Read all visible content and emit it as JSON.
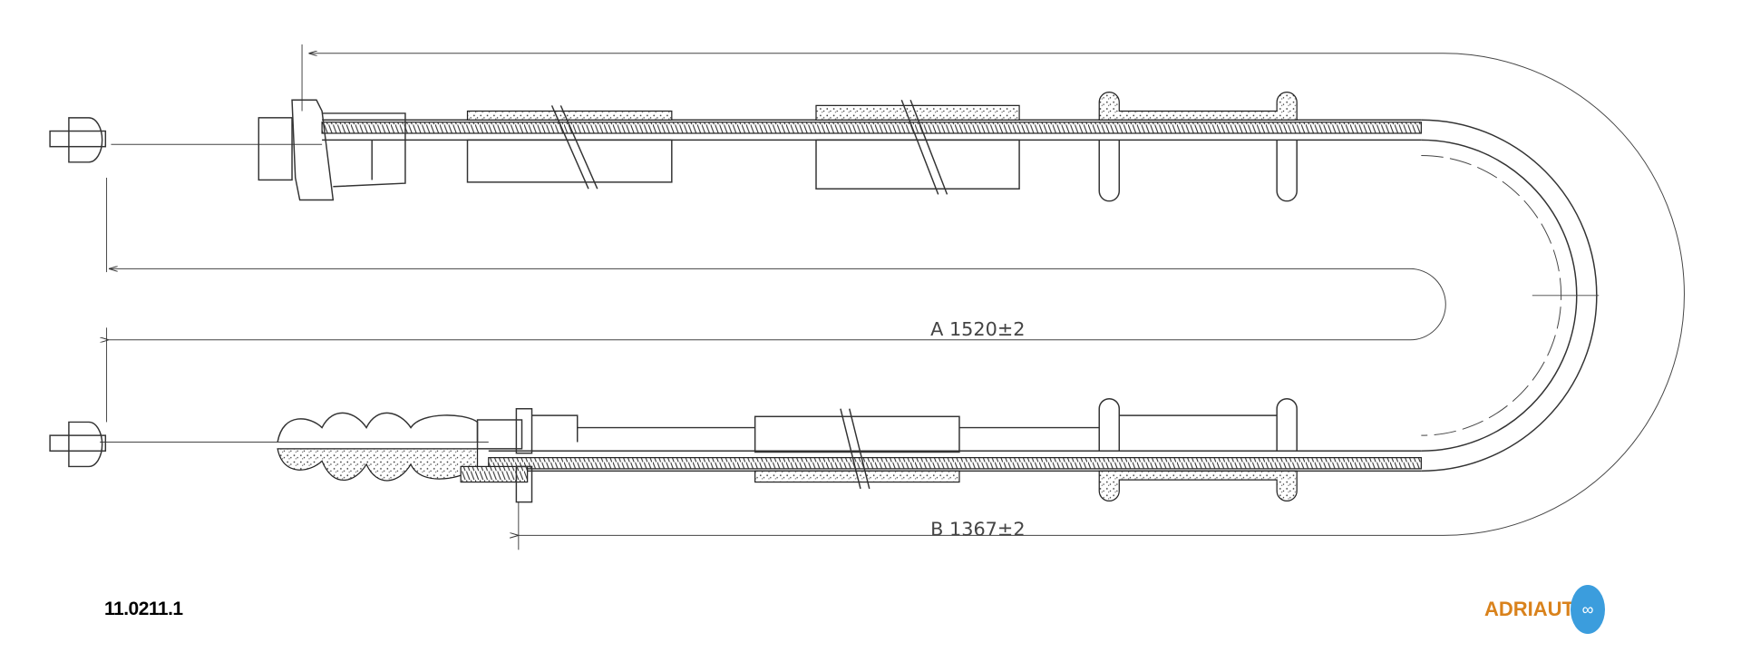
{
  "drawing": {
    "dimension_a": "A  1520±2",
    "dimension_b": "B  1367±2",
    "part_number": "11.0211.1",
    "brand_logo": "ADRIAUTO",
    "logo_text": "ADRIAUT",
    "colors": {
      "line": "#333333",
      "logo_text": "#d9821c",
      "logo_circle": "#3b9ddd"
    }
  }
}
